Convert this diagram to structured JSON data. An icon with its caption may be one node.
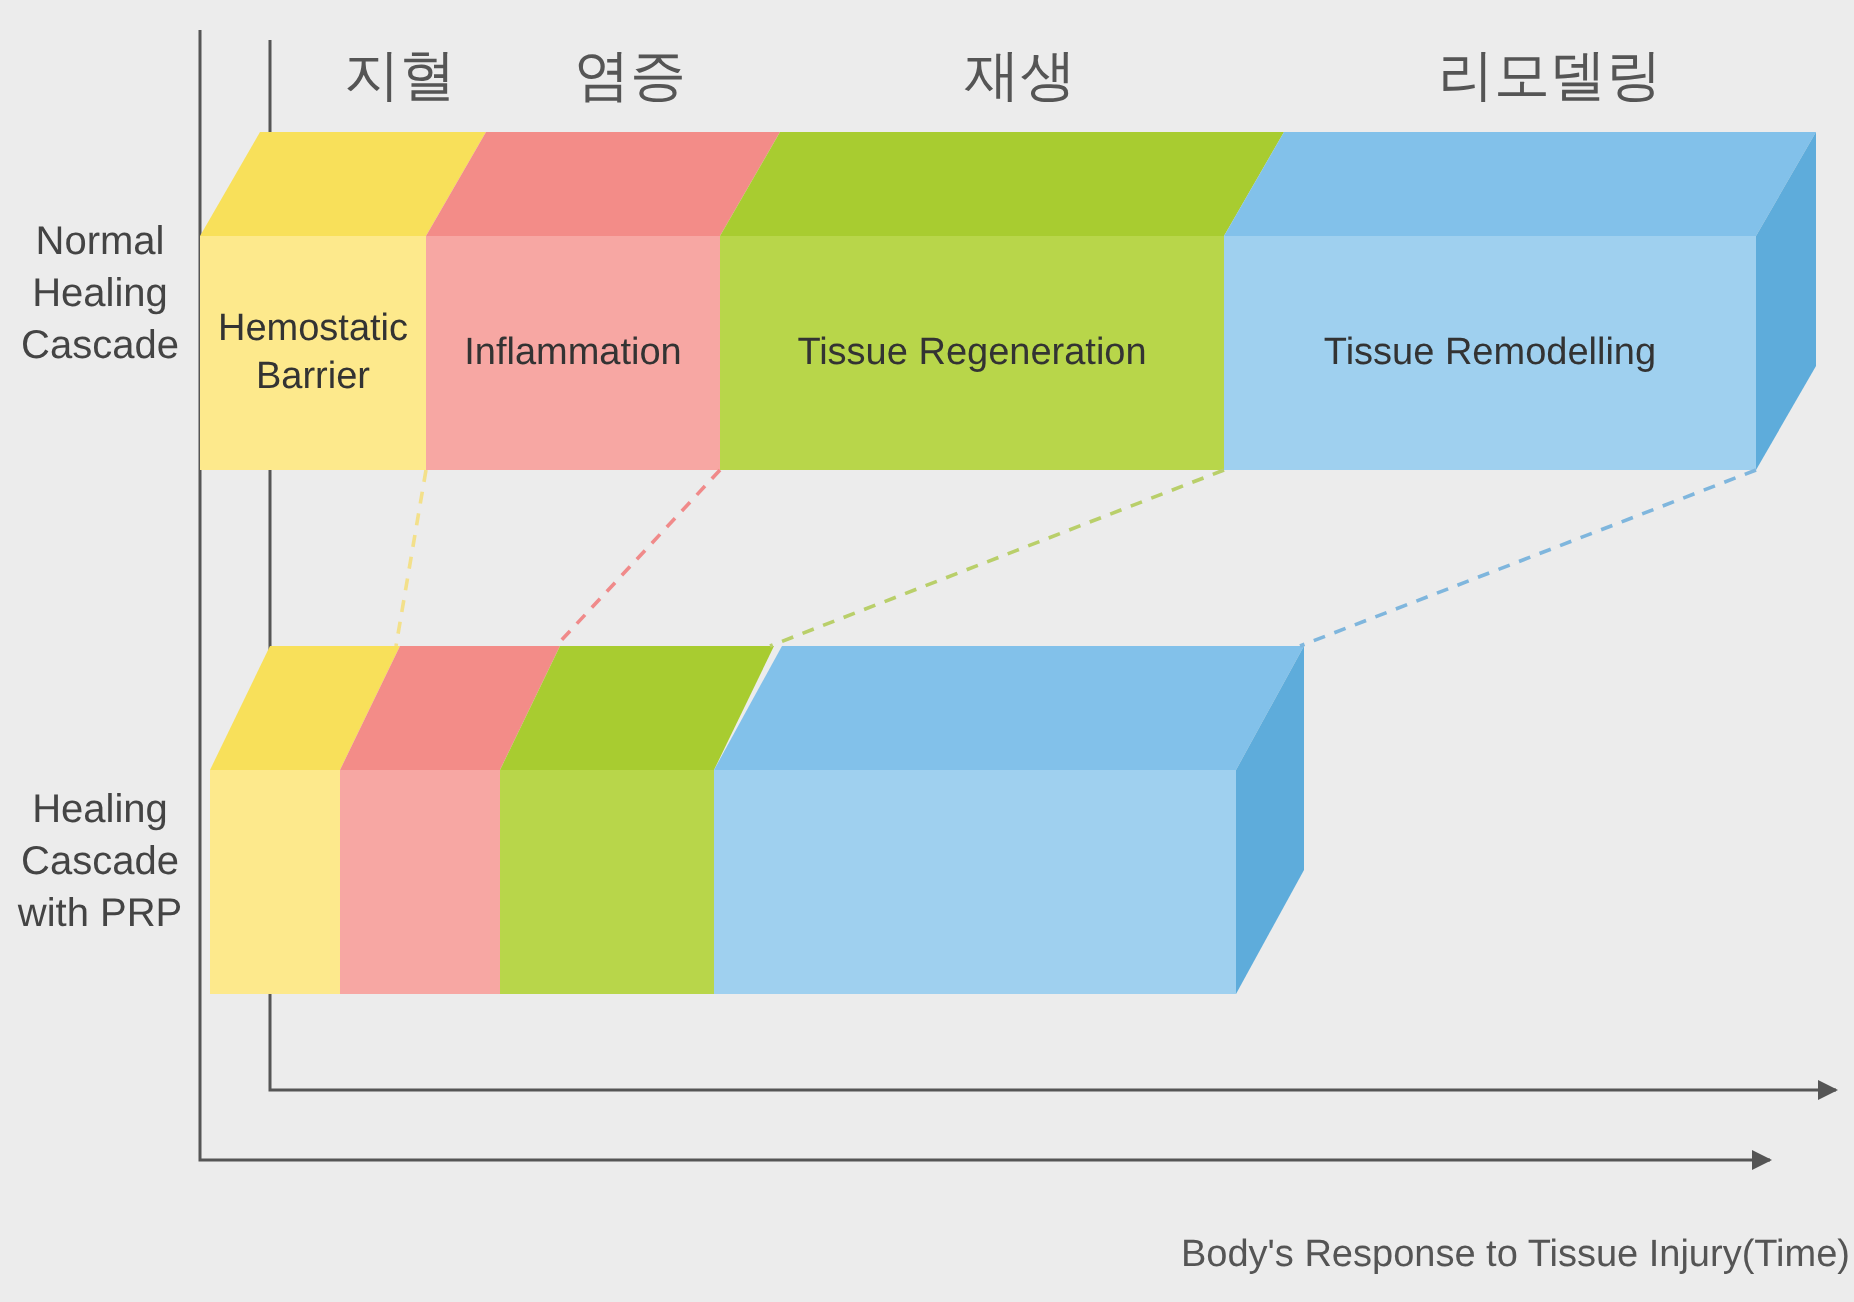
{
  "diagram": {
    "nodes": [
      {
        "text": [
          "Hemostatic Barrier"
        ]
      },
      {
        "text": [
          "Inflammation"
        ]
      },
      {
        "text": [
          "Tissue Regeneration"
        ]
      },
      {
        "text": [
          "Tissue Remodelling"
        ]
      },
      {
        "text": [],
        "shape": "bar"
      },
      {
        "text": [],
        "shape": "bar"
      },
      {
        "text": [],
        "shape": "bar"
      },
      {
        "text": [],
        "shape": "bar"
      }
    ],
    "edges": [
      {
        "from": 0,
        "to": 4,
        "arrow": "none",
        "style": "dashed",
        "color": "#f3e08a"
      },
      {
        "from": 1,
        "to": 5,
        "arrow": "none",
        "style": "dashed",
        "color": "#f08a8a"
      },
      {
        "from": 2,
        "to": 6,
        "arrow": "none",
        "style": "dashed",
        "color": "#b9cf6a"
      },
      {
        "from": 3,
        "to": 7,
        "arrow": "none",
        "style": "dashed",
        "color": "#7fb6dd"
      }
    ],
    "labels": [
      "지혈",
      "염증",
      "재생",
      "리모델링",
      "Normal Healing Cascade",
      "Healing Cascade with PRP",
      "Body's Response to Tissue Injury(Time)"
    ]
  }
}
